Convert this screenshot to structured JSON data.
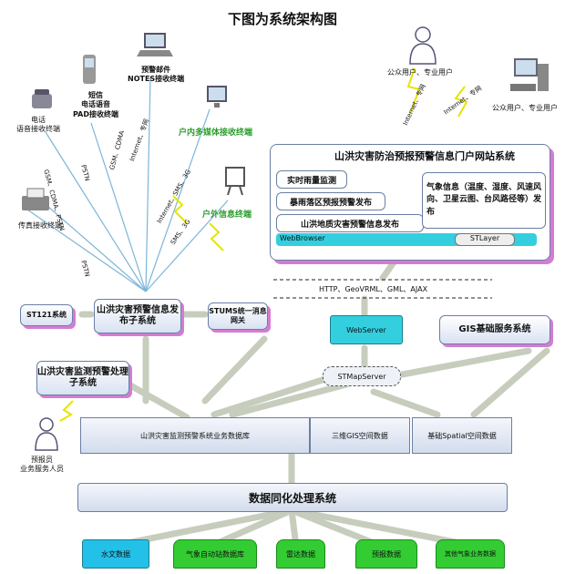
{
  "title": "下图为系统架构图",
  "terminals": {
    "phone": "电话\n语音接收终端",
    "mobile": "短信\n电话语音\nPAD接收终端",
    "laptop": "预警邮件\nNOTES接收终端",
    "indoor": "户内多媒体接收终端",
    "outdoor": "户外信息终端",
    "fax": "传真接收终端",
    "public_user_top": "公众用户、专业用户",
    "public_user_pc": "公众用户、专业用户",
    "forecaster": "预报员\n业务服务人员"
  },
  "links": {
    "l1": "GSM、CDMA",
    "l2": "Internet、专网",
    "l3": "Internet、SMS、3G",
    "l4": "SMS、3G",
    "l5": "PSTN",
    "l6": "GSM、CDMA、PSTN",
    "l7": "PSTN",
    "l8": "Internet、专网",
    "l9": "Internet、专网"
  },
  "portal": {
    "title": "山洪灾害防治预报预警信息门户网站系统",
    "items": [
      "实时雨量监测",
      "暴雨落区预报预警发布",
      "山洪地质灾害预警信息发布"
    ],
    "weather": "气象信息（温度、湿度、风速风向、卫星云图、台风路径等）发布",
    "browser": "WebBrowser",
    "stlayer": "STLayer"
  },
  "protocols": "HTTP、GeoVRML、GML、AJAX",
  "systems": {
    "st121": "ST121系统",
    "publish": "山洪灾害预警信息发布子系统",
    "stums": "STUMS统一消息网关",
    "monitor": "山洪灾害监测预警处理子系统",
    "webserver": "WebServer",
    "gis": "GIS基础服务系统",
    "stmap": "STMapServer",
    "biz_db": "山洪灾害监测预警系统业务数据库",
    "gis3d": "三维GIS空间数据",
    "spatial": "基础Spatial空间数据",
    "assim": "数据同化处理系统"
  },
  "sources": [
    "水文数据",
    "气象自动站数据库",
    "雷达数据",
    "预报数据",
    "其他气象业务数据"
  ]
}
